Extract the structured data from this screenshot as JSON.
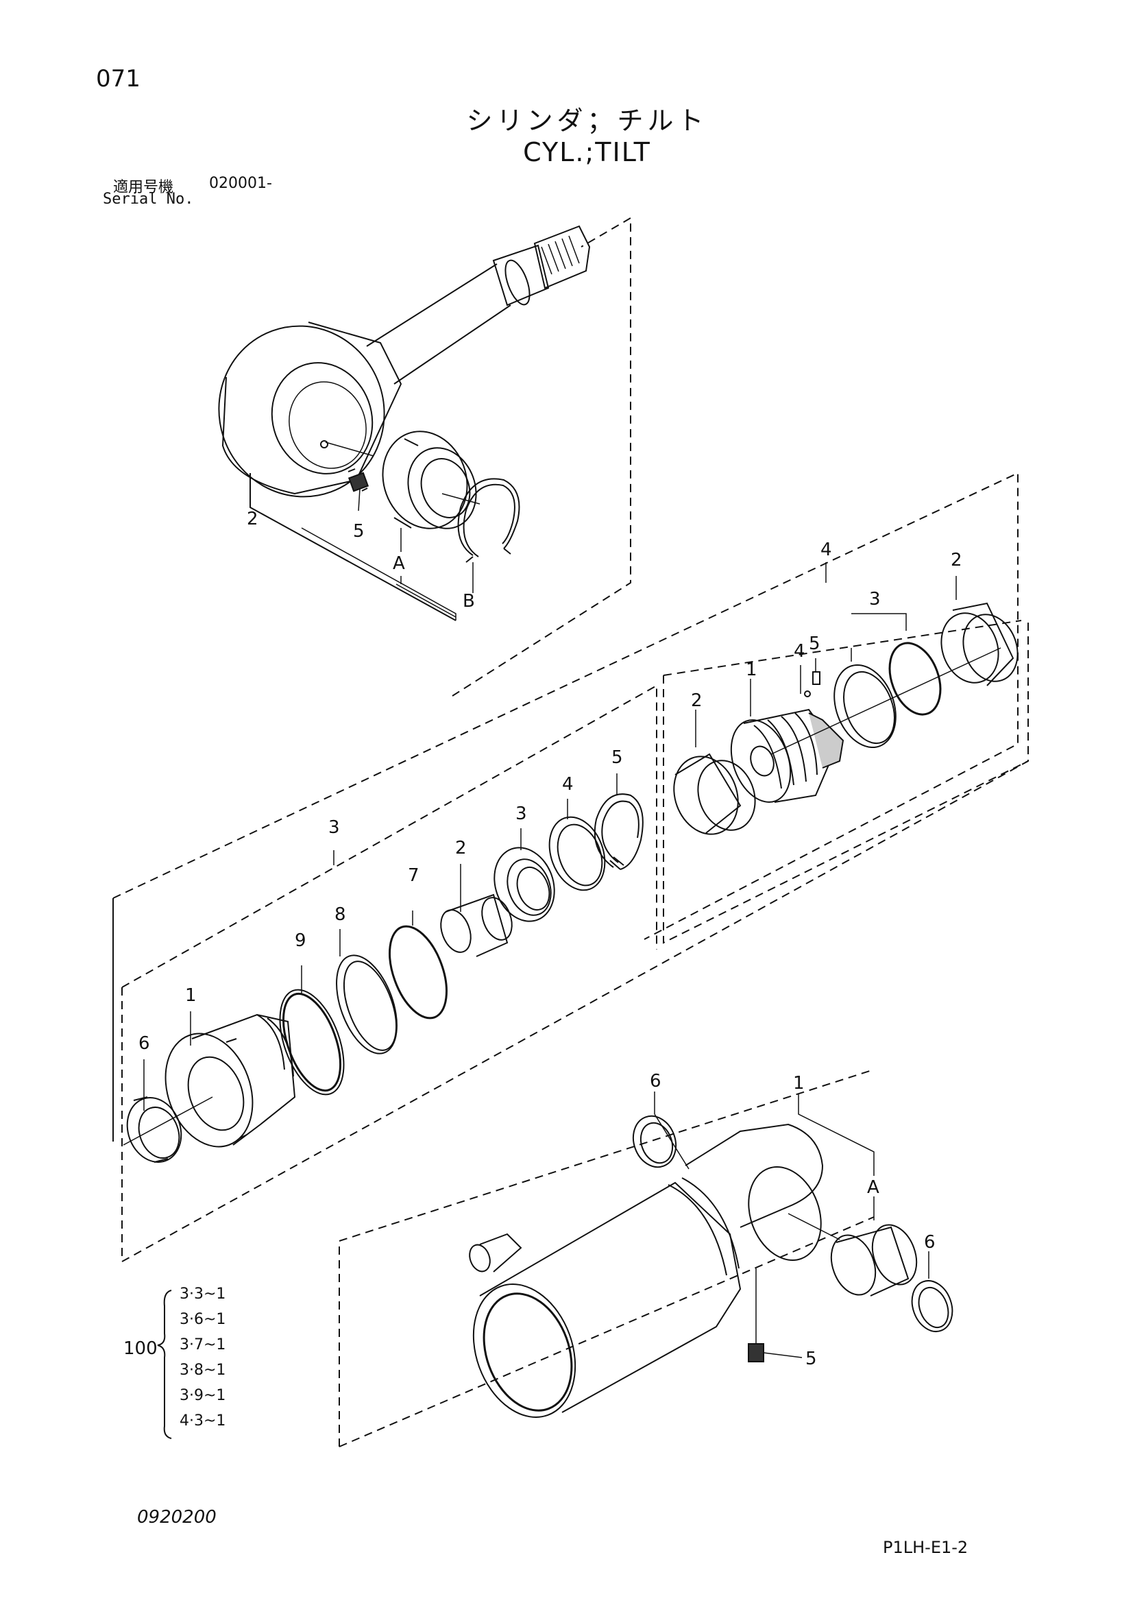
{
  "header": {
    "page_number": "071",
    "title_jp": "シリンダ；チルト",
    "title_en": "CYL.;TILT",
    "serial_label_jp": "適用号機",
    "serial_value": "020001-",
    "serial_label_en": "Serial No."
  },
  "callouts": {
    "rod_group": [
      "2",
      "5",
      "A",
      "B"
    ],
    "seal_kit": [
      "3",
      "9",
      "8",
      "7",
      "2",
      "3",
      "4",
      "5",
      "6",
      "1"
    ],
    "piston_kit": [
      "4",
      "2",
      "3",
      "4",
      "5",
      "1",
      "2"
    ],
    "tube_group": [
      "6",
      "1",
      "A",
      "6",
      "5"
    ]
  },
  "kit_list": {
    "quantity": "100",
    "items": [
      "3·3~1",
      "3·6~1",
      "3·7~1",
      "3·8~1",
      "3·9~1",
      "4·3~1"
    ]
  },
  "footer": {
    "drawing_code": "0920200",
    "sheet_code": "P1LH-E1-2"
  }
}
